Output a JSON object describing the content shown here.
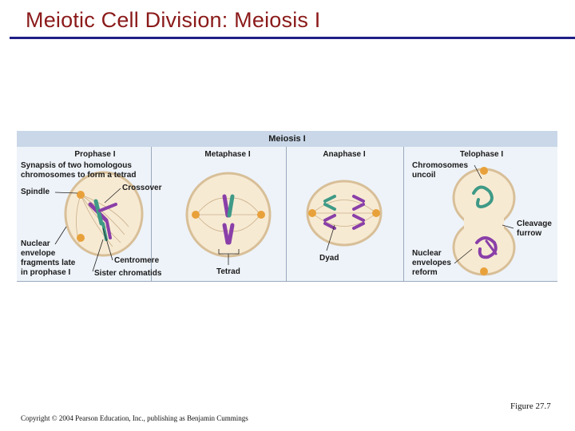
{
  "slide": {
    "title": "Meiotic Cell Division: Meiosis I",
    "figure_number": "Figure 27.7",
    "copyright": "Copyright © 2004 Pearson Education, Inc., publishing as Benjamin Cummings"
  },
  "diagram": {
    "banner": "Meiosis I",
    "phases": [
      {
        "name": "Prophase I",
        "labels": {
          "synapsis": "Synapsis of two homologous chromosomes to form a tetrad",
          "spindle": "Spindle",
          "crossover": "Crossover",
          "nuclear_envelope": "Nuclear envelope fragments late in prophase I",
          "centromere": "Centromere",
          "sister_chromatids": "Sister chromatids"
        }
      },
      {
        "name": "Metaphase I",
        "labels": {
          "tetrad": "Tetrad"
        }
      },
      {
        "name": "Anaphase I",
        "labels": {
          "dyad": "Dyad"
        }
      },
      {
        "name": "Telophase I",
        "labels": {
          "chromosomes_uncoil": "Chromosomes uncoil",
          "cleavage_furrow": "Cleavage furrow",
          "nuclear_envelopes_reform": "Nuclear envelopes reform"
        }
      }
    ]
  },
  "colors": {
    "title": "#8b1a1a",
    "rule": "#1f1f86",
    "banner": "#c9d7e8",
    "panel": "#eef3f9",
    "cell_fill": "#f7ead3",
    "cell_edge": "#d8bf98",
    "chromosome_purple": "#8a3fa8",
    "chromosome_green": "#3e9a86",
    "centrosome": "#e8a13a"
  }
}
